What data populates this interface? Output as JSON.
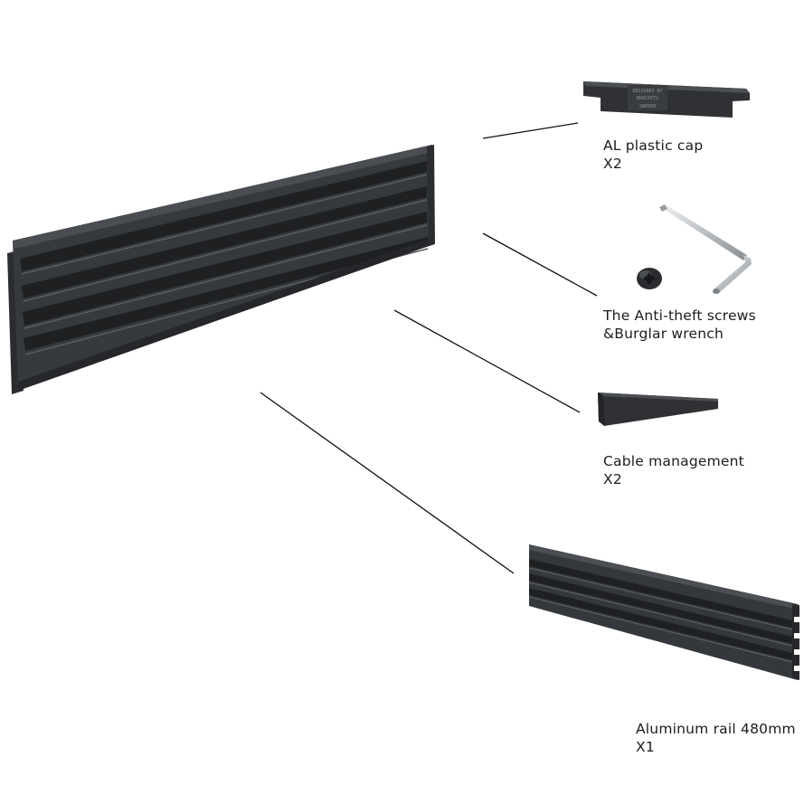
{
  "parts": [
    {
      "id": "cap",
      "title": "AL plastic cap",
      "quantity": "X2"
    },
    {
      "id": "screws",
      "title": "The Anti-theft screws",
      "quantity": "&Burglar wrench"
    },
    {
      "id": "cable",
      "title": "Cable management",
      "quantity": "X2"
    },
    {
      "id": "rail",
      "title": "Aluminum rail 480mm",
      "quantity": "X1"
    }
  ],
  "cap_engraving": [
    "DESIGNED BY",
    "BRACKETS",
    "SWEDEN"
  ],
  "colors": {
    "rail_dark": "#2c2e31",
    "rail_mid": "#3b3e42",
    "rail_light": "#55585c",
    "wrench_silver": "#c8ccd0",
    "leader_line": "#111111"
  }
}
